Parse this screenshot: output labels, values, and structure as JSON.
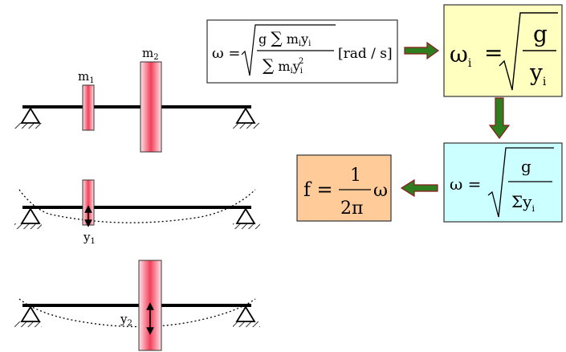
{
  "masses": {
    "m1": {
      "label": "m",
      "sub": "1"
    },
    "m2": {
      "label": "m",
      "sub": "2"
    }
  },
  "deflections": {
    "y1": {
      "label": "y",
      "sub": "1"
    },
    "y2": {
      "label": "y",
      "sub": "2"
    }
  },
  "formulas": {
    "rayleigh": {
      "lhs": "ω =",
      "num_g": "g",
      "num_sigma": "∑",
      "num_m": "m",
      "num_m_sub": "i",
      "num_y": "y",
      "num_y_sub": "i",
      "den_sigma": "∑",
      "den_m": "m",
      "den_m_sub": "i",
      "den_y": "y",
      "den_y_sub": "i",
      "den_y_sup": "2",
      "unit": "[rad / s]"
    },
    "omega_i": {
      "lhs": "ω",
      "lhs_sub": "i",
      "eq": "=",
      "num": "g",
      "den": "y",
      "den_sub": "i"
    },
    "dunkerley": {
      "lhs": "ω =",
      "num": "g",
      "den": "Σy",
      "den_sub": "i"
    },
    "frequency": {
      "lhs": "f =",
      "num": "1",
      "den": "2π",
      "rhs": "ω"
    }
  },
  "colors": {
    "box_rayleigh": "#ffffff",
    "box_omega_i": "#ffffc0",
    "box_dunkerley": "#ccffff",
    "box_frequency": "#ffcc99",
    "arrow_fill": "#2e7d1e",
    "arrow_outline": "#8b1a1a",
    "mass_center": "#f2405a",
    "mass_edge": "#fde4e8"
  }
}
